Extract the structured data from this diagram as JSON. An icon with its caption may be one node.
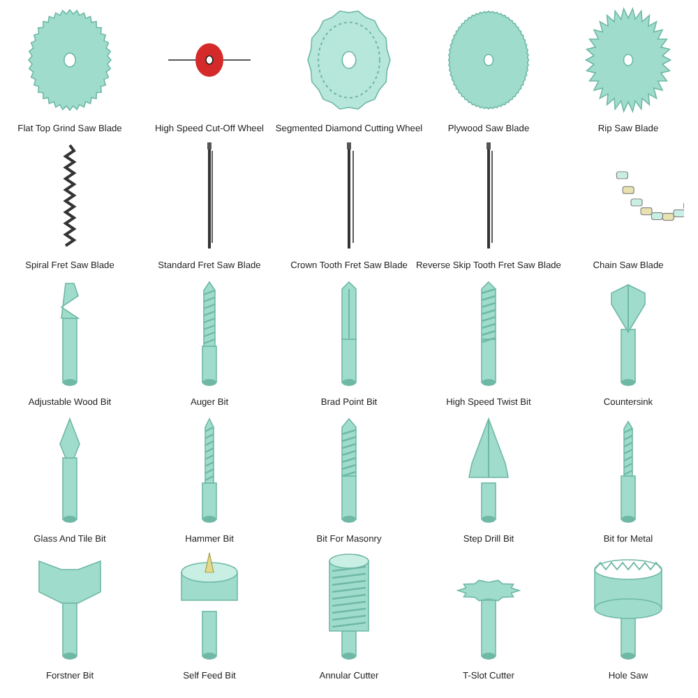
{
  "diagram": {
    "nodes": [
      {
        "text": [
          "Flat Top Grind Saw Blade"
        ]
      },
      {
        "text": [
          "High Speed Cut-Off Wheel"
        ]
      },
      {
        "text": [
          "Segmented Diamond Cutting Wheel"
        ]
      },
      {
        "text": [
          "Plywood Saw Blade"
        ]
      },
      {
        "text": [
          "Rip Saw Blade"
        ]
      },
      {
        "text": [
          "Spiral Fret Saw Blade"
        ]
      },
      {
        "text": [
          "Standard Fret Saw Blade"
        ]
      },
      {
        "text": [
          "Crown Tooth Fret Saw Blade"
        ]
      },
      {
        "text": [
          "Reverse Skip Tooth Fret Saw Blade"
        ]
      },
      {
        "text": [
          "Chain Saw Blade"
        ]
      },
      {
        "text": [
          "Adjustable Wood Bit"
        ]
      },
      {
        "text": [
          "Auger Bit"
        ]
      },
      {
        "text": [
          "Brad Point Bit"
        ]
      },
      {
        "text": [
          "High Speed Twist Bit"
        ]
      },
      {
        "text": [
          "Countersink"
        ]
      },
      {
        "text": [
          "Glass And Tile Bit"
        ]
      },
      {
        "text": [
          "Hammer Bit"
        ]
      },
      {
        "text": [
          "Bit For Masonry"
        ]
      },
      {
        "text": [
          "Step Drill Bit"
        ]
      },
      {
        "text": [
          "Bit for Metal"
        ]
      },
      {
        "text": [
          "Forstner Bit"
        ]
      },
      {
        "text": [
          "Self Feed Bit"
        ]
      },
      {
        "text": [
          "Annular Cutter"
        ]
      },
      {
        "text": [
          "T-Slot Cutter"
        ]
      },
      {
        "text": [
          "Hole Saw"
        ]
      }
    ]
  }
}
